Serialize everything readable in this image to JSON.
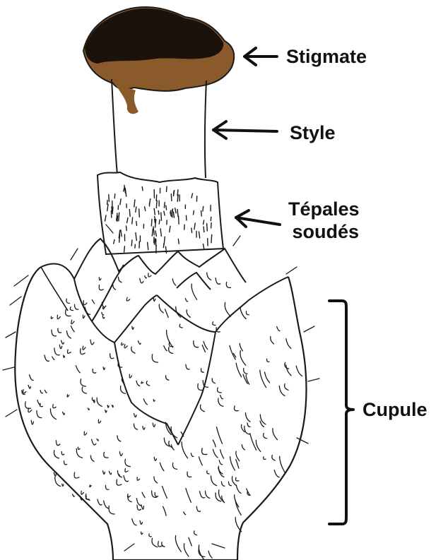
{
  "labels": {
    "stigmate": "Stigmate",
    "style": "Style",
    "tepales_line1": "Tépales",
    "tepales_line2": "soudés",
    "cupule": "Cupule"
  },
  "colors": {
    "ink": "#1a1a1a",
    "stigma_dark": "#1c120c",
    "stigma_brown": "#8b5a2b",
    "paper": "#ffffff"
  }
}
